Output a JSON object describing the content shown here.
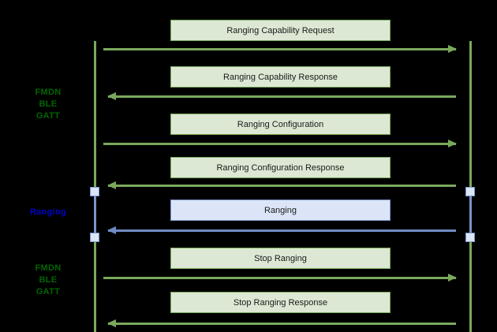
{
  "diagram": {
    "type": "sequence-diagram",
    "background_color": "#000000",
    "colors": {
      "green_line": "#7aa95c",
      "green_fill": "#dce8d4",
      "green_text": "#006600",
      "blue_line": "#6f8cc4",
      "blue_fill": "#dbe5f7",
      "blue_text": "#0000cc",
      "message_text": "#1a1a1a"
    },
    "lifelines": [
      {
        "name": "left-lifeline",
        "color": "#7aa95c"
      },
      {
        "name": "right-lifeline",
        "color": "#7aa95c"
      }
    ],
    "phases": [
      {
        "label": "FMDN\nBLE\nGATT",
        "color": "#006600"
      },
      {
        "label": "Ranging",
        "color": "#0000cc"
      },
      {
        "label": "FMDN\nBLE\nGATT",
        "color": "#006600"
      }
    ],
    "messages": [
      {
        "label": "Ranging Capability Request",
        "direction": "right",
        "style": "green"
      },
      {
        "label": "Ranging Capability Response",
        "direction": "left",
        "style": "green"
      },
      {
        "label": "Ranging Configuration",
        "direction": "right",
        "style": "green"
      },
      {
        "label": "Ranging Configuration Response",
        "direction": "left",
        "style": "green"
      },
      {
        "label": "Ranging",
        "direction": "left",
        "style": "blue"
      },
      {
        "label": "Stop Ranging",
        "direction": "right",
        "style": "green"
      },
      {
        "label": "Stop Ranging Response",
        "direction": "left",
        "style": "green"
      }
    ]
  }
}
